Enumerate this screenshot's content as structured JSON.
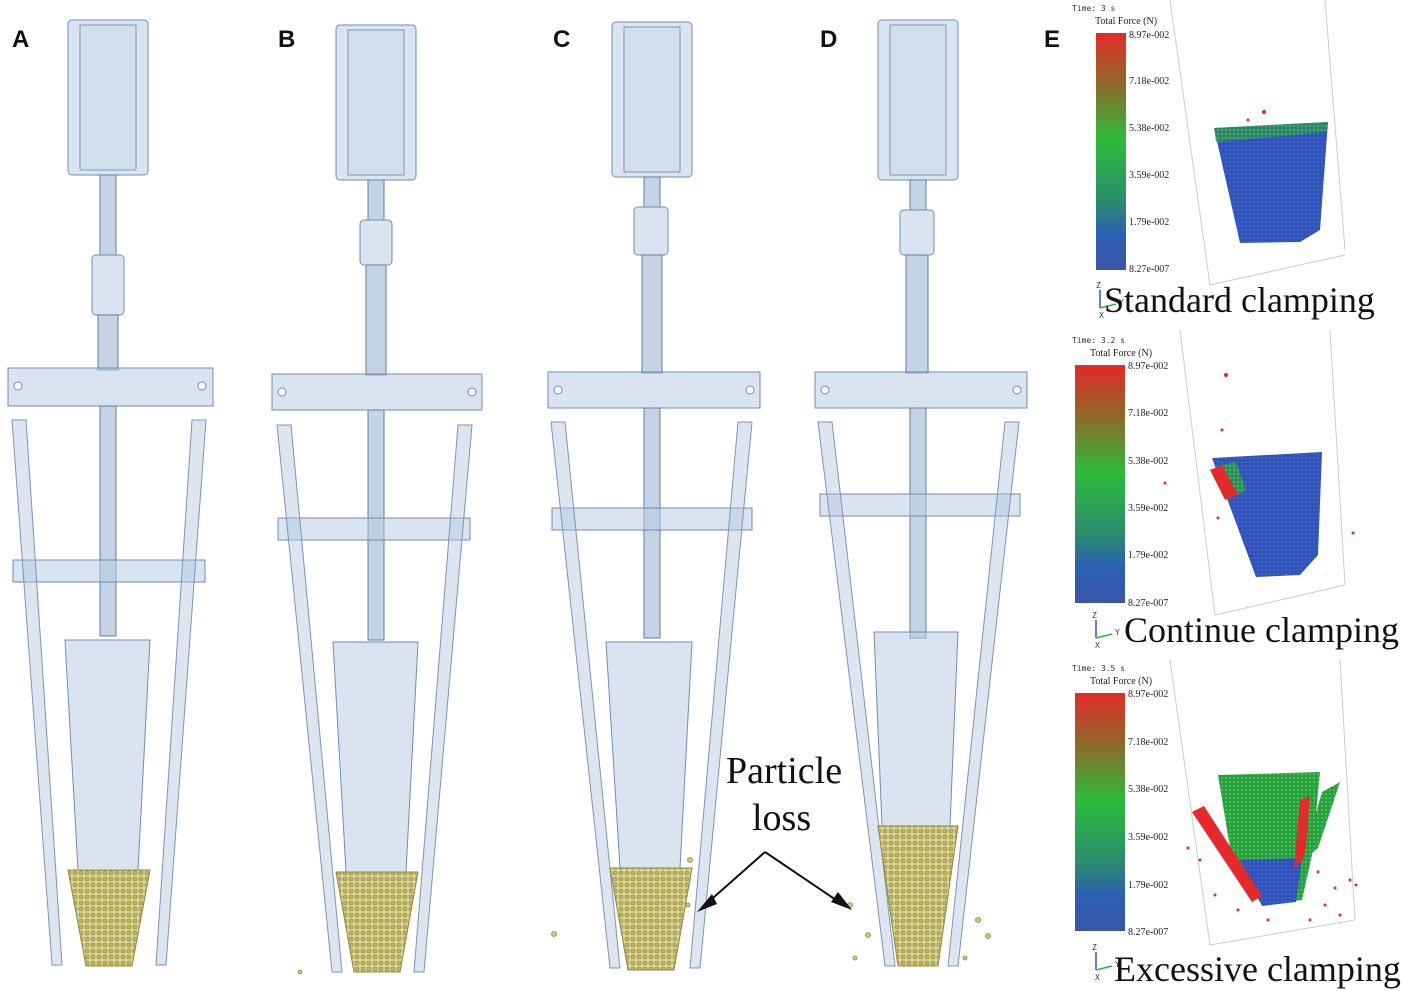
{
  "panels": [
    {
      "letter": "A"
    },
    {
      "letter": "B"
    },
    {
      "letter": "C"
    },
    {
      "letter": "D"
    },
    {
      "letter": "E"
    }
  ],
  "annotation": {
    "line1": "Particle",
    "line2": "loss"
  },
  "simulations": [
    {
      "time": "Time: 3 s",
      "caption": "Standard clamping"
    },
    {
      "time": "Time: 3.2 s",
      "caption": "Continue clamping"
    },
    {
      "time": "Time: 3.5 s",
      "caption": "Excessive clamping"
    }
  ],
  "legend": {
    "title": "Total Force (N)",
    "ticks": [
      "8.97e-002",
      "7.18e-002",
      "5.38e-002",
      "3.59e-002",
      "1.79e-002",
      "8.27e-007"
    ],
    "colors": [
      "#e42a2a",
      "#8c7a2e",
      "#2dbb3a",
      "#2aa350",
      "#2b59b3",
      "#3b55a8"
    ]
  },
  "axes": {
    "z": "Z",
    "y": "Y",
    "x": "X"
  }
}
